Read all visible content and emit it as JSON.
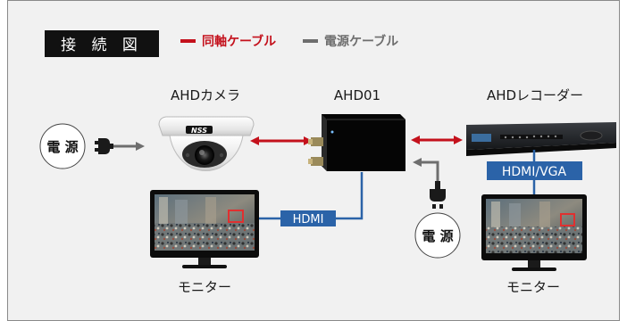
{
  "title": "接 続 図",
  "legend": {
    "coax": {
      "label": "同軸ケーブル",
      "color": "#c4111c"
    },
    "power": {
      "label": "電源ケーブル",
      "color": "#6e6e6e"
    }
  },
  "devices": {
    "camera": {
      "label": "AHDカメラ",
      "logo": "NSS"
    },
    "converter": {
      "label": "AHD01"
    },
    "recorder": {
      "label": "AHDレコーダー"
    },
    "monitor_left": {
      "label": "モニター"
    },
    "monitor_right": {
      "label": "モニター"
    }
  },
  "power": {
    "left": {
      "label": "電 源"
    },
    "right": {
      "label": "電 源"
    }
  },
  "connections": {
    "hdmi": {
      "label": "HDMI",
      "color": "#2b63a8"
    },
    "hdmi_vga": {
      "label": "HDMI/VGA",
      "color": "#2b63a8"
    }
  }
}
